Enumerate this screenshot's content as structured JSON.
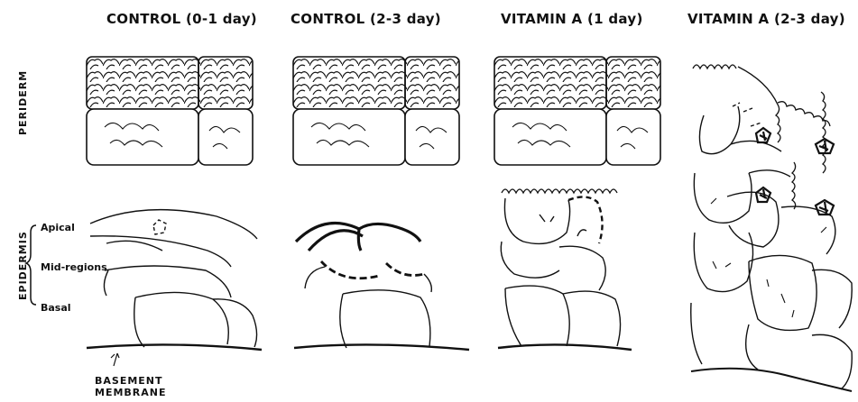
{
  "columns": [
    {
      "title": "CONTROL (0-1 day)"
    },
    {
      "title": "CONTROL (2-3 day)"
    },
    {
      "title": "VITAMIN A (1 day)"
    },
    {
      "title": "VITAMIN A (2-3 day)"
    }
  ],
  "layers": {
    "periderm": "PERIDERM",
    "epidermis": "EPIDERMIS",
    "apical": "Apical",
    "mid": "Mid-regions",
    "basal": "Basal"
  },
  "basement": {
    "line1": "BASEMENT",
    "line2": "MEMBRANE"
  },
  "colors": {
    "ink": "#111111",
    "paper": "#ffffff"
  }
}
